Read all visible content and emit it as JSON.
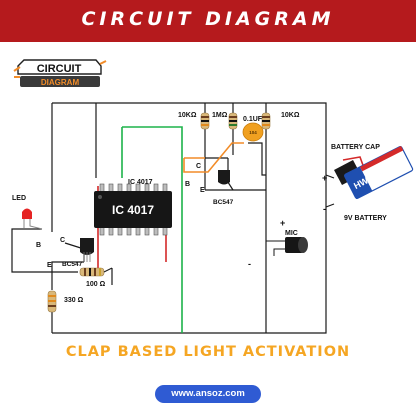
{
  "header": {
    "title": "CIRCUIT DIAGRAM"
  },
  "logo": {
    "line1": "CIRCUIT",
    "line2": "DIAGRAM"
  },
  "labels": {
    "ic_top": "IC 4017",
    "ic_body": "IC 4017",
    "led": "LED",
    "b_left": "B",
    "c_left": "C",
    "e_left": "E",
    "bc547_left": "BC547",
    "res_100": "100 Ω",
    "res_330": "330 Ω",
    "res_10k_left": "10KΩ",
    "res_1m": "1MΩ",
    "cap": "0.1UF",
    "cap_code": "104",
    "res_10k_right": "10KΩ",
    "c_right": "C",
    "b_right": "B",
    "e_right": "E",
    "bc547_right": "BC547",
    "battery_cap": "BATTERY CAP",
    "battery": "9V BATTERY",
    "battery_brand": "HW",
    "mic": "MIC",
    "plus_mic": "+",
    "minus_mic": "-",
    "plus_bat": "+",
    "minus_bat": "-"
  },
  "footer": {
    "title": "CLAP BASED LIGHT ACTIVATION",
    "url": "www.ansoz.com"
  }
}
